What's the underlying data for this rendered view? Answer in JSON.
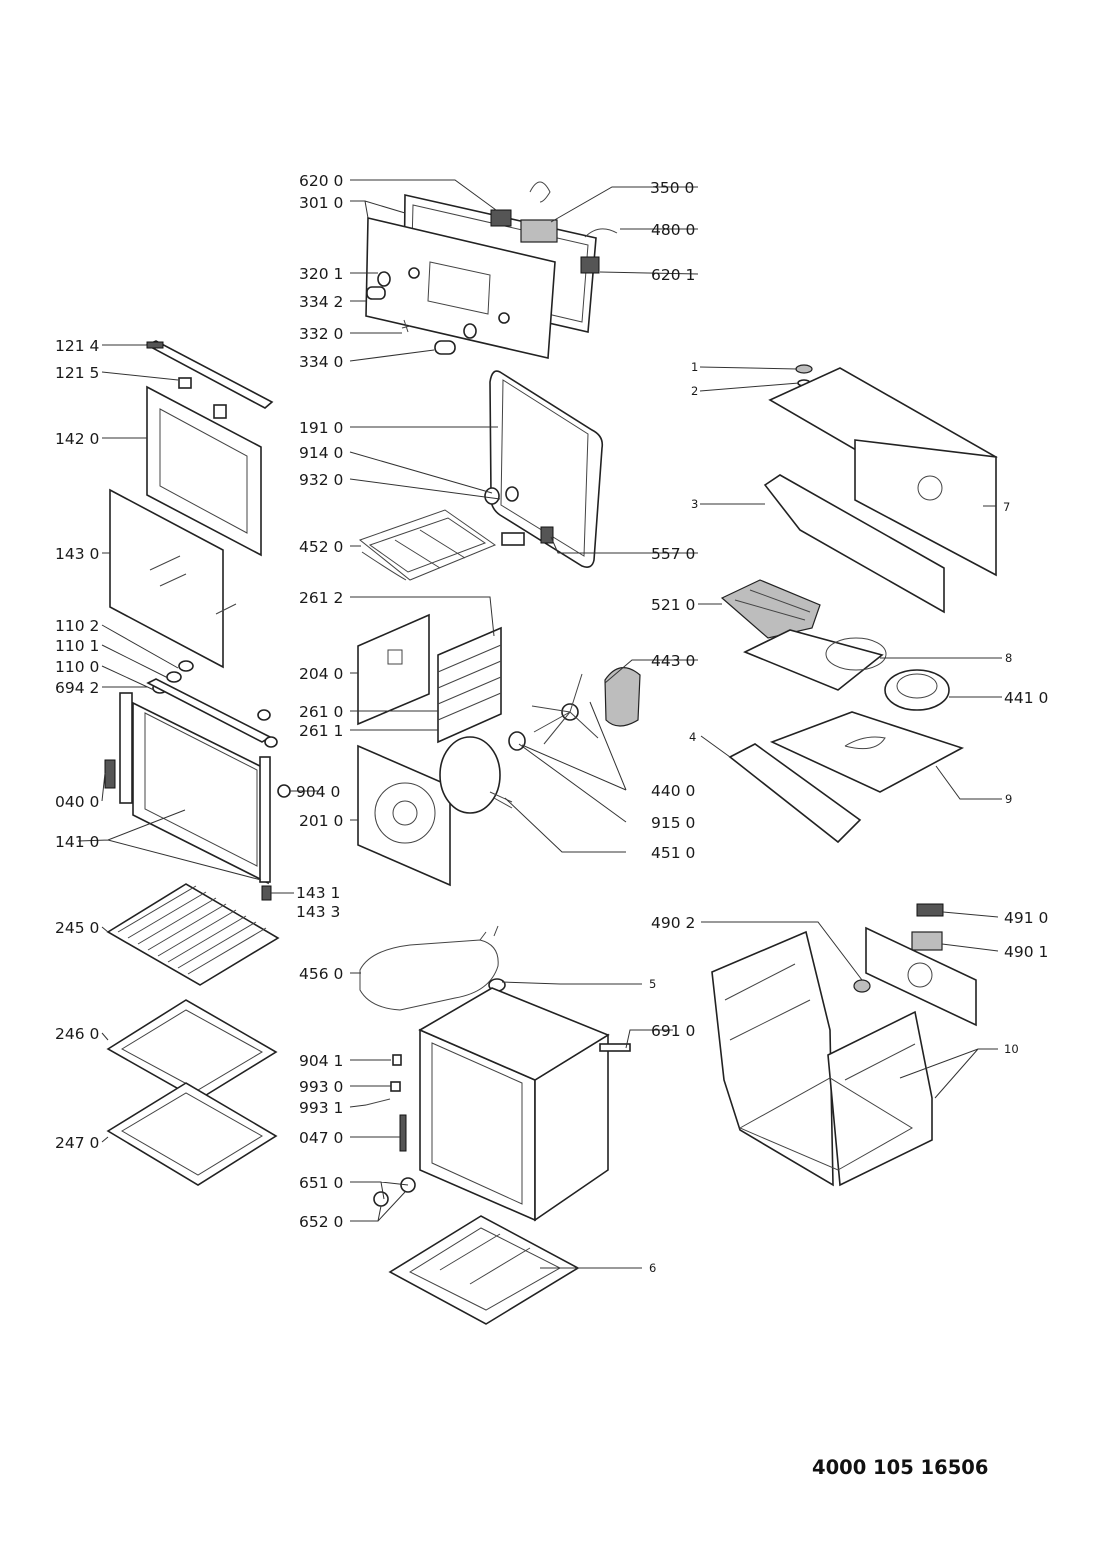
{
  "document_number": "4000 105 16506",
  "callouts": [
    {
      "id": "620-0",
      "text": "620 0"
    },
    {
      "id": "301-0",
      "text": "301 0"
    },
    {
      "id": "350-0",
      "text": "350 0"
    },
    {
      "id": "480-0",
      "text": "480 0"
    },
    {
      "id": "320-1",
      "text": "320 1"
    },
    {
      "id": "620-1",
      "text": "620 1"
    },
    {
      "id": "334-2",
      "text": "334 2"
    },
    {
      "id": "332-0",
      "text": "332 0"
    },
    {
      "id": "121-4",
      "text": "121 4"
    },
    {
      "id": "334-0",
      "text": "334 0"
    },
    {
      "id": "121-5",
      "text": "121 5"
    },
    {
      "id": "1",
      "text": "1"
    },
    {
      "id": "2",
      "text": "2"
    },
    {
      "id": "191-0",
      "text": "191 0"
    },
    {
      "id": "142-0",
      "text": "142 0"
    },
    {
      "id": "914-0",
      "text": "914 0"
    },
    {
      "id": "932-0",
      "text": "932 0"
    },
    {
      "id": "3",
      "text": "3"
    },
    {
      "id": "7",
      "text": "7"
    },
    {
      "id": "452-0",
      "text": "452 0"
    },
    {
      "id": "557-0",
      "text": "557 0"
    },
    {
      "id": "143-0",
      "text": "143 0"
    },
    {
      "id": "261-2",
      "text": "261 2"
    },
    {
      "id": "521-0",
      "text": "521 0"
    },
    {
      "id": "110-2",
      "text": "110 2"
    },
    {
      "id": "110-1",
      "text": "110 1"
    },
    {
      "id": "443-0",
      "text": "443 0"
    },
    {
      "id": "8",
      "text": "8"
    },
    {
      "id": "204-0",
      "text": "204 0"
    },
    {
      "id": "110-0",
      "text": "110 0"
    },
    {
      "id": "694-2",
      "text": "694 2"
    },
    {
      "id": "441-0",
      "text": "441 0"
    },
    {
      "id": "261-0",
      "text": "261 0"
    },
    {
      "id": "261-1",
      "text": "261 1"
    },
    {
      "id": "4",
      "text": "4"
    },
    {
      "id": "440-0",
      "text": "440 0"
    },
    {
      "id": "904-0",
      "text": "904 0"
    },
    {
      "id": "040-0",
      "text": "040 0"
    },
    {
      "id": "9",
      "text": "9"
    },
    {
      "id": "201-0",
      "text": "201 0"
    },
    {
      "id": "915-0",
      "text": "915 0"
    },
    {
      "id": "141-0",
      "text": "141 0"
    },
    {
      "id": "451-0",
      "text": "451 0"
    },
    {
      "id": "143-1",
      "text": "143 1"
    },
    {
      "id": "143-3",
      "text": "143 3"
    },
    {
      "id": "491-0",
      "text": "491 0"
    },
    {
      "id": "245-0",
      "text": "245 0"
    },
    {
      "id": "490-2",
      "text": "490 2"
    },
    {
      "id": "490-1",
      "text": "490 1"
    },
    {
      "id": "456-0",
      "text": "456 0"
    },
    {
      "id": "5",
      "text": "5"
    },
    {
      "id": "691-0",
      "text": "691 0"
    },
    {
      "id": "246-0",
      "text": "246 0"
    },
    {
      "id": "10",
      "text": "10"
    },
    {
      "id": "904-1",
      "text": "904 1"
    },
    {
      "id": "993-0",
      "text": "993 0"
    },
    {
      "id": "993-1",
      "text": "993 1"
    },
    {
      "id": "047-0",
      "text": "047 0"
    },
    {
      "id": "247-0",
      "text": "247 0"
    },
    {
      "id": "651-0",
      "text": "651 0"
    },
    {
      "id": "652-0",
      "text": "652 0"
    },
    {
      "id": "6",
      "text": "6"
    }
  ]
}
